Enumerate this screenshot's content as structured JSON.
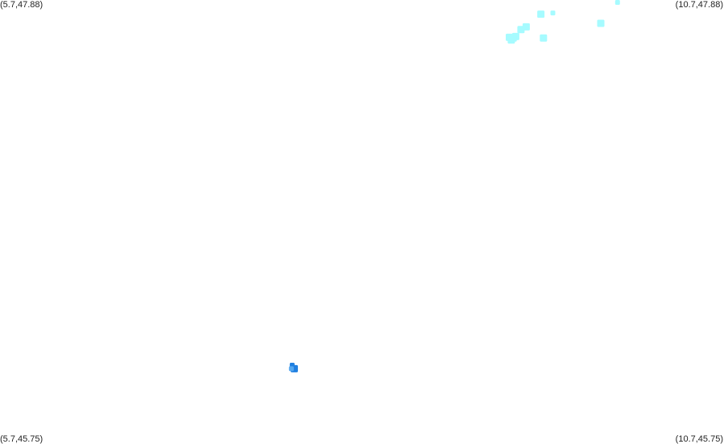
{
  "map": {
    "bounds": {
      "lon_min": 5.7,
      "lon_max": 10.7,
      "lat_min": 45.75,
      "lat_max": 47.88
    },
    "corner_labels": {
      "top_left": "(5.7,47.88)",
      "top_right": "(10.7,47.88)",
      "bottom_left": "(5.7,45.75)",
      "bottom_right": "(10.7,45.75)"
    },
    "colors": {
      "light_cyan": "#a6fbff",
      "blue": "#1f7fe0",
      "mid_blue": "#55a8f0"
    },
    "points": [
      {
        "lon": 9.965,
        "lat": 47.875,
        "color": "light_cyan",
        "size": "small"
      },
      {
        "lon": 9.518,
        "lat": 47.818,
        "color": "light_cyan",
        "size": "small"
      },
      {
        "lon": 9.435,
        "lat": 47.812,
        "color": "light_cyan",
        "size": "medium"
      },
      {
        "lon": 9.849,
        "lat": 47.768,
        "color": "light_cyan",
        "size": "medium"
      },
      {
        "lon": 9.334,
        "lat": 47.751,
        "color": "light_cyan",
        "size": "medium"
      },
      {
        "lon": 9.298,
        "lat": 47.738,
        "color": "light_cyan",
        "size": "medium"
      },
      {
        "lon": 9.262,
        "lat": 47.705,
        "color": "light_cyan",
        "size": "medium"
      },
      {
        "lon": 9.244,
        "lat": 47.698,
        "color": "light_cyan",
        "size": "medium"
      },
      {
        "lon": 9.218,
        "lat": 47.701,
        "color": "light_cyan",
        "size": "medium"
      },
      {
        "lon": 9.231,
        "lat": 47.688,
        "color": "light_cyan",
        "size": "medium"
      },
      {
        "lon": 9.453,
        "lat": 47.698,
        "color": "light_cyan",
        "size": "medium"
      },
      {
        "lon": 7.718,
        "lat": 46.128,
        "color": "blue",
        "size": "small"
      },
      {
        "lon": 7.732,
        "lat": 46.111,
        "color": "blue",
        "size": "medium"
      },
      {
        "lon": 7.712,
        "lat": 46.111,
        "color": "mid_blue",
        "size": "small"
      }
    ]
  }
}
